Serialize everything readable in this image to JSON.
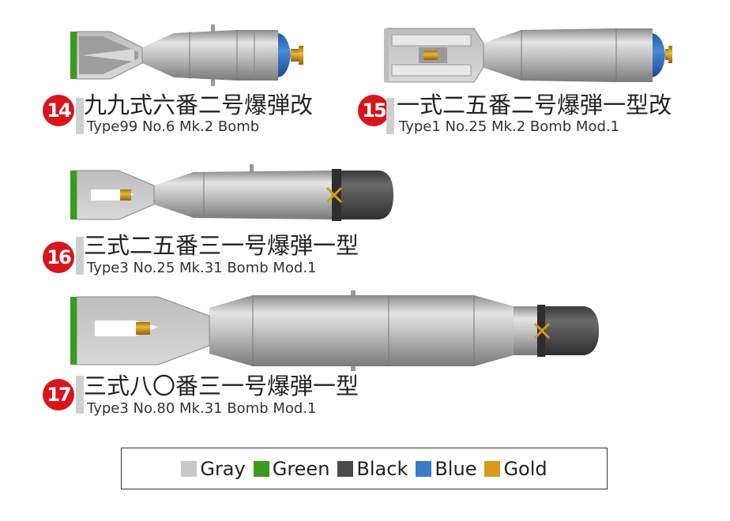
{
  "items": [
    {
      "num": "14",
      "jp": "九九式六番二号爆弾改",
      "en": "Type99 No.6 Mk.2 Bomb"
    },
    {
      "num": "15",
      "jp": "一式二五番二号爆弾一型改",
      "en": "Type1 No.25 Mk.2 Bomb Mod.1"
    },
    {
      "num": "16",
      "jp": "三式二五番三一号爆弾一型",
      "en": "Type3 No.25 Mk.31 Bomb Mod.1"
    },
    {
      "num": "17",
      "jp": "三式八〇番三一号爆弾一型",
      "en": "Type3 No.80 Mk.31 Bomb Mod.1"
    }
  ],
  "legend": [
    {
      "label": "Gray",
      "color": "#c8c8c8"
    },
    {
      "label": "Green",
      "color": "#3a9b1a"
    },
    {
      "label": "Black",
      "color": "#4a4a4a"
    },
    {
      "label": "Blue",
      "color": "#3a7cc8"
    },
    {
      "label": "Gold",
      "color": "#d89a18"
    }
  ]
}
